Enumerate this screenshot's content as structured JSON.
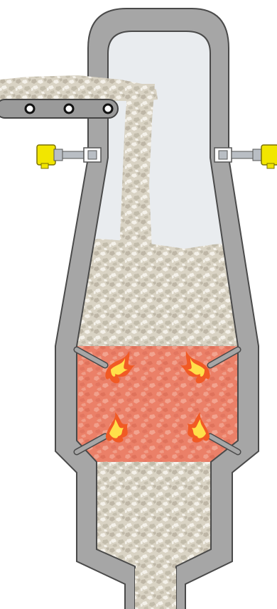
{
  "diagram": {
    "subject": "kiln-with-burners-and-level-sensors",
    "colors": {
      "background": "#ffffff",
      "wall_fill": "#a6a6a6",
      "wall_stroke": "#4a4a4a",
      "chamber_empty": "#e9ecef",
      "stone": "#d9d3c4",
      "stone_dark": "#a79f8d",
      "stone_light": "#f4f1ea",
      "burn_zone": "#e8735a",
      "burn_zone_light": "#f3a894",
      "flame_outer": "#f15a24",
      "flame_inner": "#ffe04a",
      "sensor_yellow": "#f2e600",
      "sensor_steel": "#b9bec4",
      "conveyor": "#9a9a9a"
    },
    "components": {
      "conveyor_rollers": 3,
      "level_sensors": 2,
      "burner_nozzles": 4,
      "flames": 4
    }
  }
}
